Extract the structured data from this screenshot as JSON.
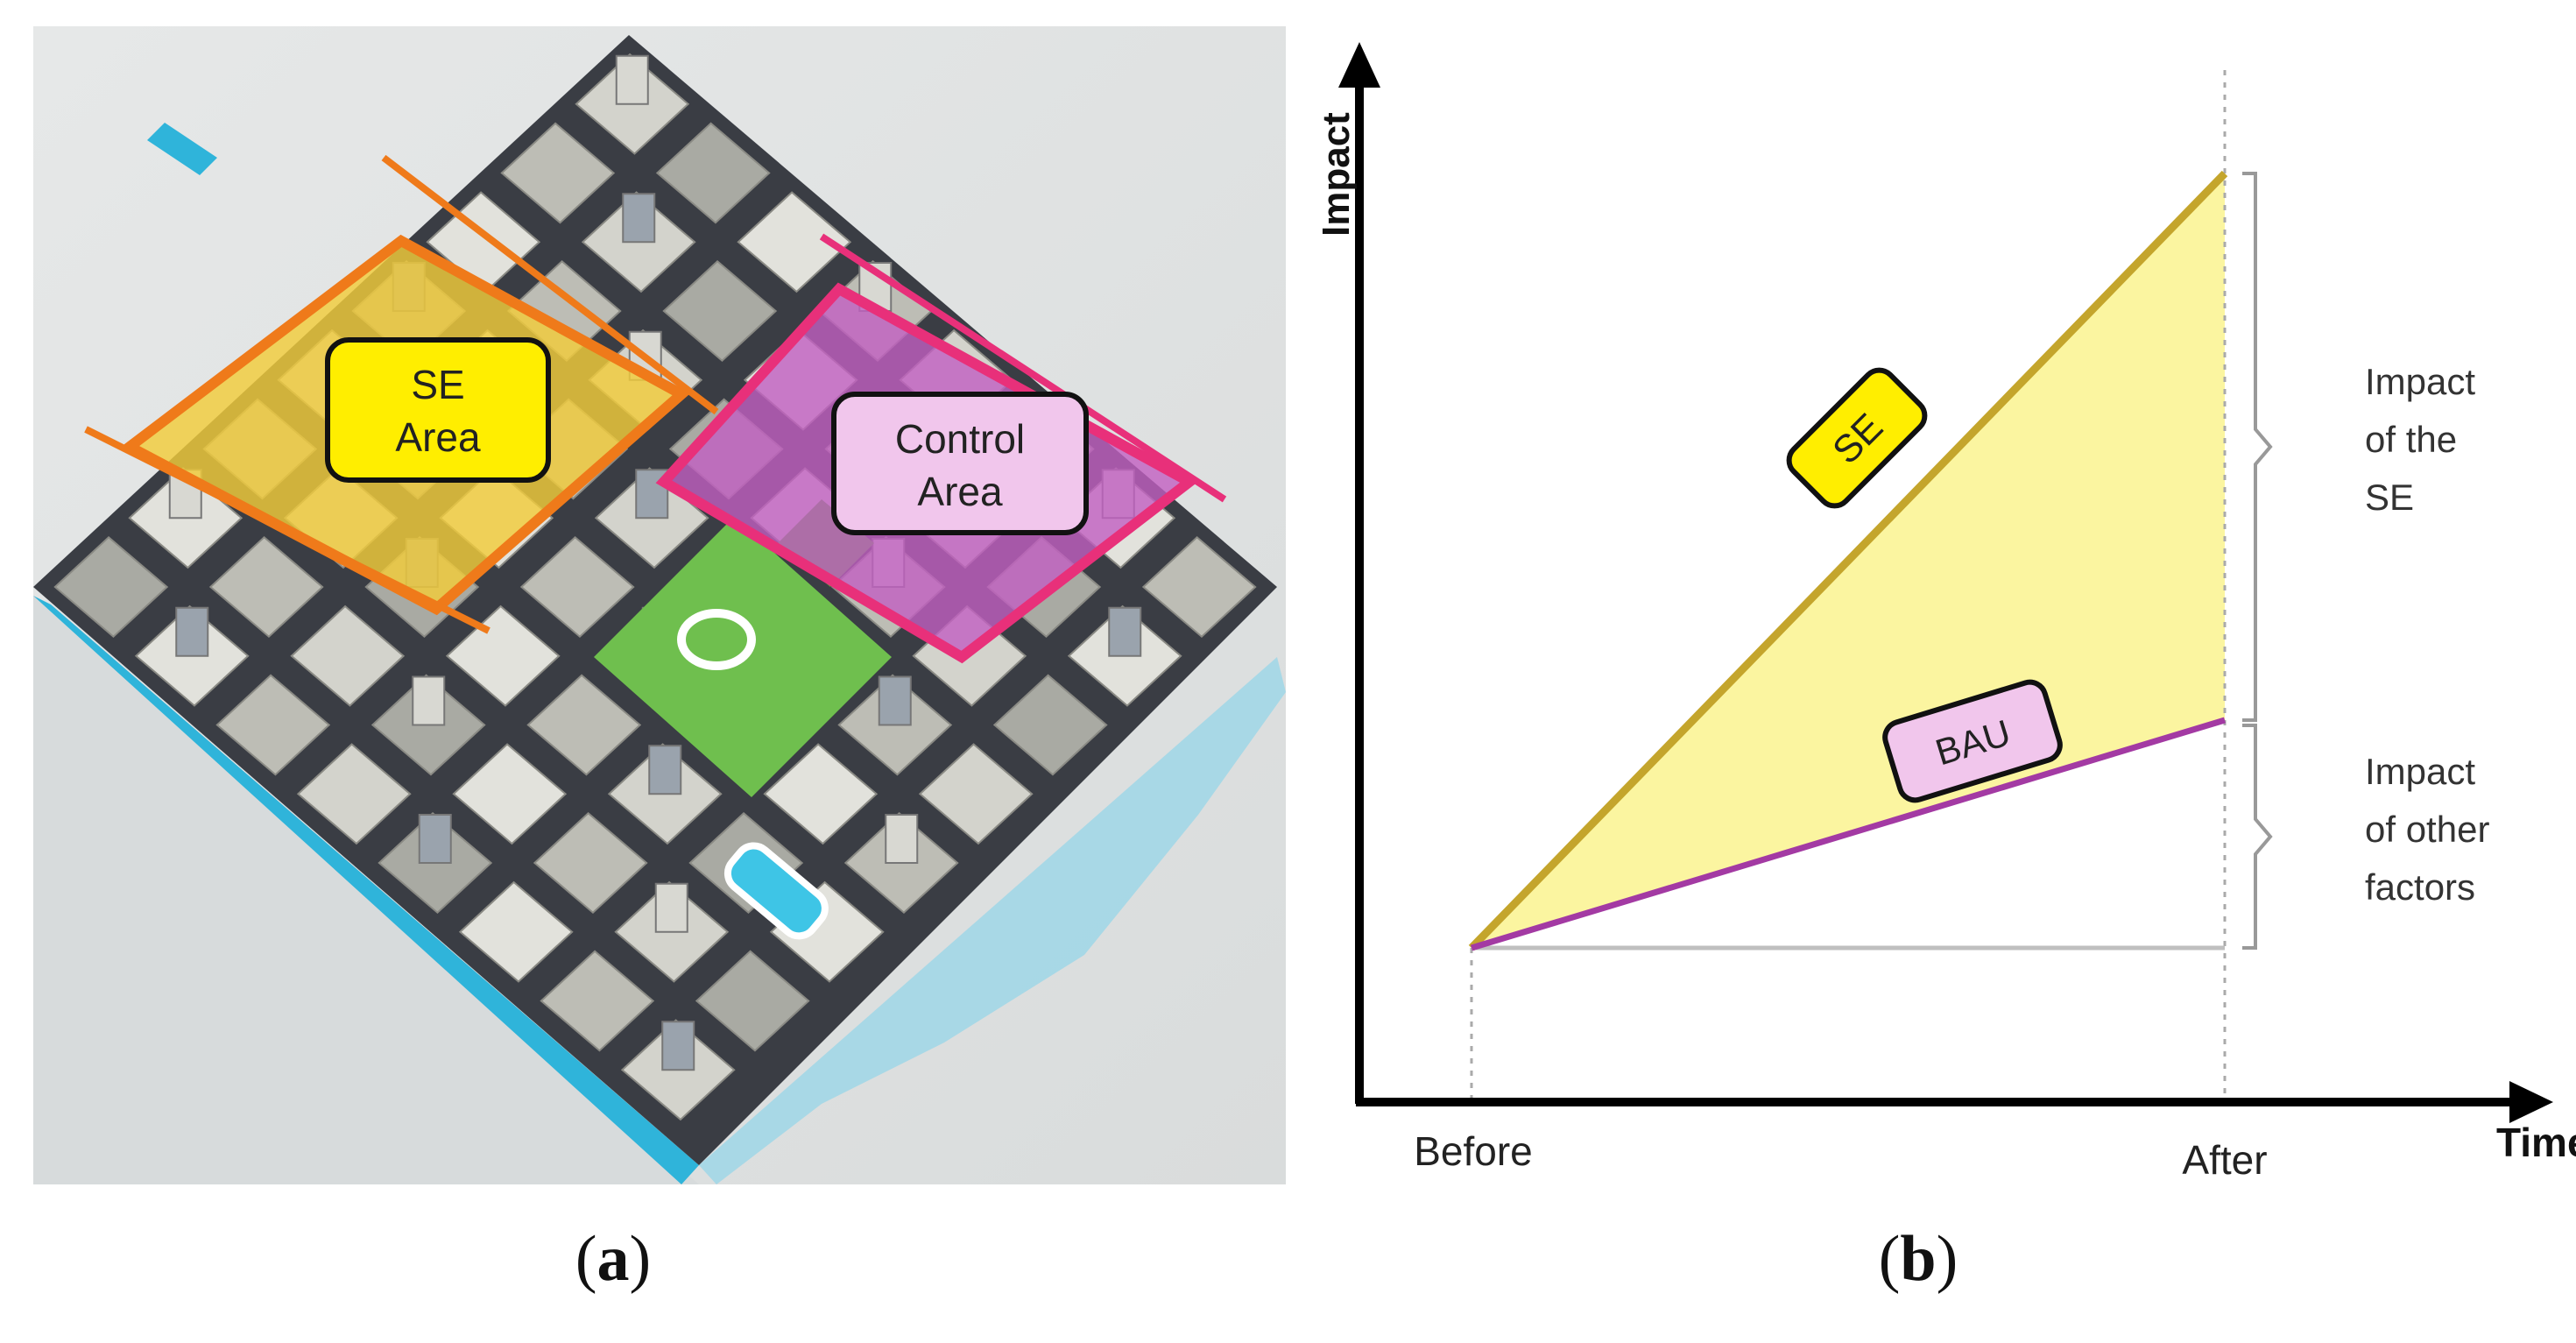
{
  "panel_a": {
    "caption_open": "(",
    "caption_letter": "a",
    "caption_close": ")",
    "se_area_label": [
      "SE",
      "Area"
    ],
    "control_area_label": [
      "Control",
      "Area"
    ],
    "colors": {
      "se_area_fill": "#f2cc3a",
      "se_area_border": "#ef7a1a",
      "se_label_fill": "#ffee00",
      "control_area_fill": "#c25fc2",
      "control_area_border": "#e8307a",
      "control_label_fill": "#f1c6ec",
      "water": "#2fb4da",
      "road": "#2b2e35",
      "park": "#6fbf4e",
      "building": "#c9c9c2"
    }
  },
  "panel_b": {
    "caption_open": "(",
    "caption_letter": "b",
    "caption_close": ")",
    "y_axis_label": "Impact",
    "x_axis_label": "Time",
    "x_ticks": [
      "Before",
      "After"
    ],
    "se_line_label": "SE",
    "bau_line_label": "BAU",
    "brace_top_label": [
      "Impact",
      "of the",
      "SE"
    ],
    "brace_bottom_label": [
      "Impact",
      "of other",
      "factors"
    ],
    "colors": {
      "se_line": "#c4a52c",
      "bau_line": "#a33aa3",
      "fill_between": "#fbf5a0",
      "se_label_fill": "#ffee00",
      "bau_label_fill": "#f1c6ec",
      "baseline": "#bfbfbf"
    }
  }
}
